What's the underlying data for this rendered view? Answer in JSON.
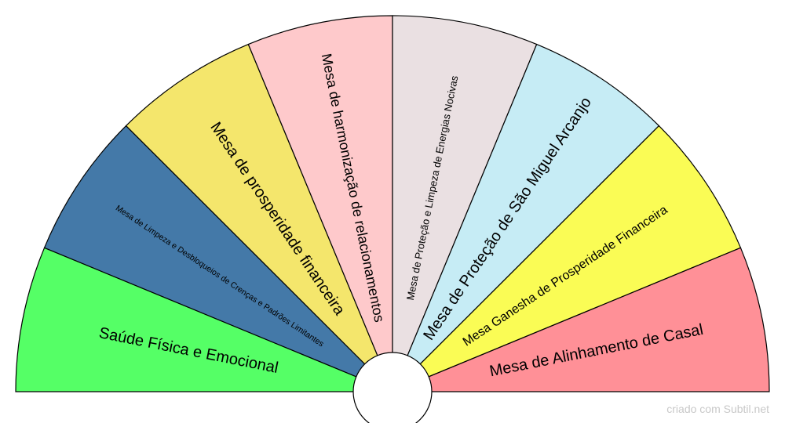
{
  "fan": {
    "sectors": [
      {
        "label": "Saúde Física e Emocional",
        "color": "#55ff66"
      },
      {
        "label": "Mesa de Limpeza e Desbloqueios de Crenças e Padrões Limitantes",
        "color": "#4479a8"
      },
      {
        "label": "Mesa de prosperidade financeira",
        "color": "#f4e66c"
      },
      {
        "label": "Mesa de harmonização de relacionamentos",
        "color": "#fec9cb"
      },
      {
        "label": "Mesa de Proteção e Limpeza de Energias Nocivas",
        "color": "#eae0e2"
      },
      {
        "label": "Mesa de Proteção de São Miguel Arcanjo",
        "color": "#c6ecf5"
      },
      {
        "label": "Mesa Ganesha de Prosperidade Financeira",
        "color": "#fafc55"
      },
      {
        "label": "Mesa de Alinhamento de Casal",
        "color": "#ff9097"
      }
    ]
  },
  "footer": {
    "credit": "criado com Subtil.net"
  }
}
